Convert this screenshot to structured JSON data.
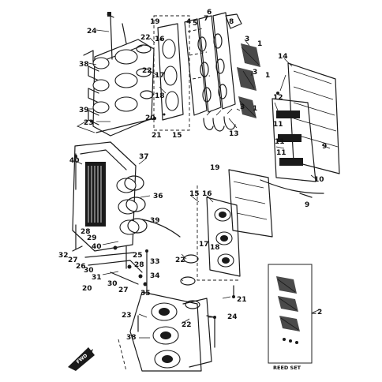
{
  "diagram": {
    "callouts": [
      {
        "id": "c24a",
        "text": "24"
      },
      {
        "id": "c38a",
        "text": "38"
      },
      {
        "id": "c39a",
        "text": "39"
      },
      {
        "id": "c23a",
        "text": "23"
      },
      {
        "id": "c22a",
        "text": "22"
      },
      {
        "id": "c22b",
        "text": "22"
      },
      {
        "id": "c19a",
        "text": "19"
      },
      {
        "id": "c16a",
        "text": "16"
      },
      {
        "id": "c17a",
        "text": "17"
      },
      {
        "id": "c18a",
        "text": "18"
      },
      {
        "id": "c20a",
        "text": "20"
      },
      {
        "id": "c21a",
        "text": "21"
      },
      {
        "id": "c15a",
        "text": "15"
      },
      {
        "id": "c4",
        "text": "4"
      },
      {
        "id": "c5",
        "text": "5"
      },
      {
        "id": "c6",
        "text": "6"
      },
      {
        "id": "c7",
        "text": "7"
      },
      {
        "id": "c8",
        "text": "8"
      },
      {
        "id": "c3a",
        "text": "3"
      },
      {
        "id": "c1a",
        "text": "1"
      },
      {
        "id": "c3b",
        "text": "3"
      },
      {
        "id": "c1b",
        "text": "1"
      },
      {
        "id": "c3c",
        "text": "3"
      },
      {
        "id": "c1c",
        "text": "1"
      },
      {
        "id": "c13",
        "text": "13"
      },
      {
        "id": "c14",
        "text": "14"
      },
      {
        "id": "c12",
        "text": "12"
      },
      {
        "id": "c11a",
        "text": "11"
      },
      {
        "id": "c11b",
        "text": "11"
      },
      {
        "id": "c11c",
        "text": "11"
      },
      {
        "id": "c9a",
        "text": "9"
      },
      {
        "id": "c9b",
        "text": "9"
      },
      {
        "id": "c10",
        "text": "10"
      },
      {
        "id": "c40a",
        "text": "40"
      },
      {
        "id": "c37",
        "text": "37"
      },
      {
        "id": "c36",
        "text": "36"
      },
      {
        "id": "c19b",
        "text": "19"
      },
      {
        "id": "c15b",
        "text": "15"
      },
      {
        "id": "c16b",
        "text": "16"
      },
      {
        "id": "c39b",
        "text": "39"
      },
      {
        "id": "c17b",
        "text": "17"
      },
      {
        "id": "c18b",
        "text": "18"
      },
      {
        "id": "c28a",
        "text": "28"
      },
      {
        "id": "c29",
        "text": "29"
      },
      {
        "id": "c32",
        "text": "32"
      },
      {
        "id": "c27a",
        "text": "27"
      },
      {
        "id": "c26",
        "text": "26"
      },
      {
        "id": "c40b",
        "text": "40"
      },
      {
        "id": "c25",
        "text": "25"
      },
      {
        "id": "c33",
        "text": "33"
      },
      {
        "id": "c28b",
        "text": "28"
      },
      {
        "id": "c34",
        "text": "34"
      },
      {
        "id": "c30a",
        "text": "30"
      },
      {
        "id": "c31",
        "text": "31"
      },
      {
        "id": "c30b",
        "text": "30"
      },
      {
        "id": "c20b",
        "text": "20"
      },
      {
        "id": "c27b",
        "text": "27"
      },
      {
        "id": "c35",
        "text": "35"
      },
      {
        "id": "c22c",
        "text": "22"
      },
      {
        "id": "c22d",
        "text": "22"
      },
      {
        "id": "c21b",
        "text": "21"
      },
      {
        "id": "c24b",
        "text": "24"
      },
      {
        "id": "c23b",
        "text": "23"
      },
      {
        "id": "c38b",
        "text": "38"
      },
      {
        "id": "c2",
        "text": "2"
      }
    ],
    "reed_set_label": "REED SET",
    "fwd_label": "FWD"
  }
}
